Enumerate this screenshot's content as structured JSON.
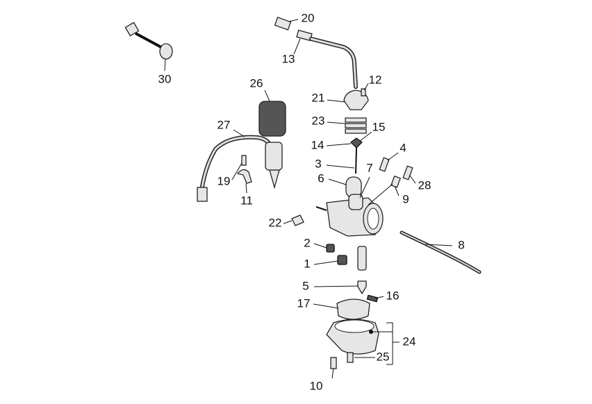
{
  "diagram": {
    "title": "Carburettor exploded parts diagram",
    "labels": {
      "p1": "1",
      "p2": "2",
      "p3": "3",
      "p4": "4",
      "p5": "5",
      "p6": "6",
      "p7": "7",
      "p8": "8",
      "p9": "9",
      "p10": "10",
      "p11": "11",
      "p12": "12",
      "p13": "13",
      "p14": "14",
      "p15": "15",
      "p16": "16",
      "p17": "17",
      "p19": "19",
      "p20": "20",
      "p21": "21",
      "p22": "22",
      "p23": "23",
      "p24": "24",
      "p25": "25",
      "p26": "26",
      "p27": "27",
      "p28": "28",
      "p30": "30"
    }
  }
}
